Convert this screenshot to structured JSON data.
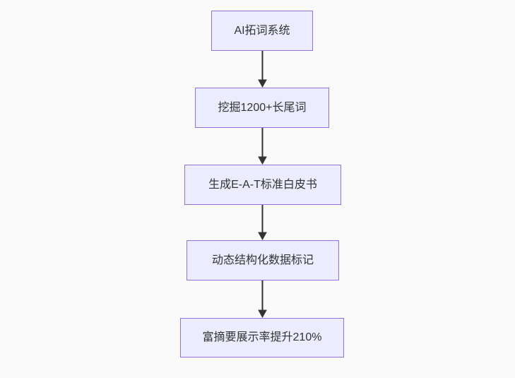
{
  "flowchart": {
    "type": "flowchart",
    "direction": "top-down",
    "nodes": [
      {
        "id": "A",
        "label": "AI拓词系统"
      },
      {
        "id": "B",
        "label": "挖掘1200+长尾词"
      },
      {
        "id": "C",
        "label": "生成E-A-T标准白皮书"
      },
      {
        "id": "D",
        "label": "动态结构化数据标记"
      },
      {
        "id": "E",
        "label": "富摘要展示率提升210%"
      }
    ],
    "edges": [
      {
        "from": "AI拓词系统",
        "to": "挖掘1200+长尾词"
      },
      {
        "from": "挖掘1200+长尾词",
        "to": "生成E-A-T标准白皮书"
      },
      {
        "from": "生成E-A-T标准白皮书",
        "to": "动态结构化数据标记"
      },
      {
        "from": "动态结构化数据标记",
        "to": "富摘要展示率提升210%"
      }
    ]
  },
  "colors": {
    "background": "#fafafa",
    "nodeFill": "#ECECFF",
    "nodeBorder": "#9370DB",
    "nodeText": "#333333",
    "arrow": "#333333"
  }
}
